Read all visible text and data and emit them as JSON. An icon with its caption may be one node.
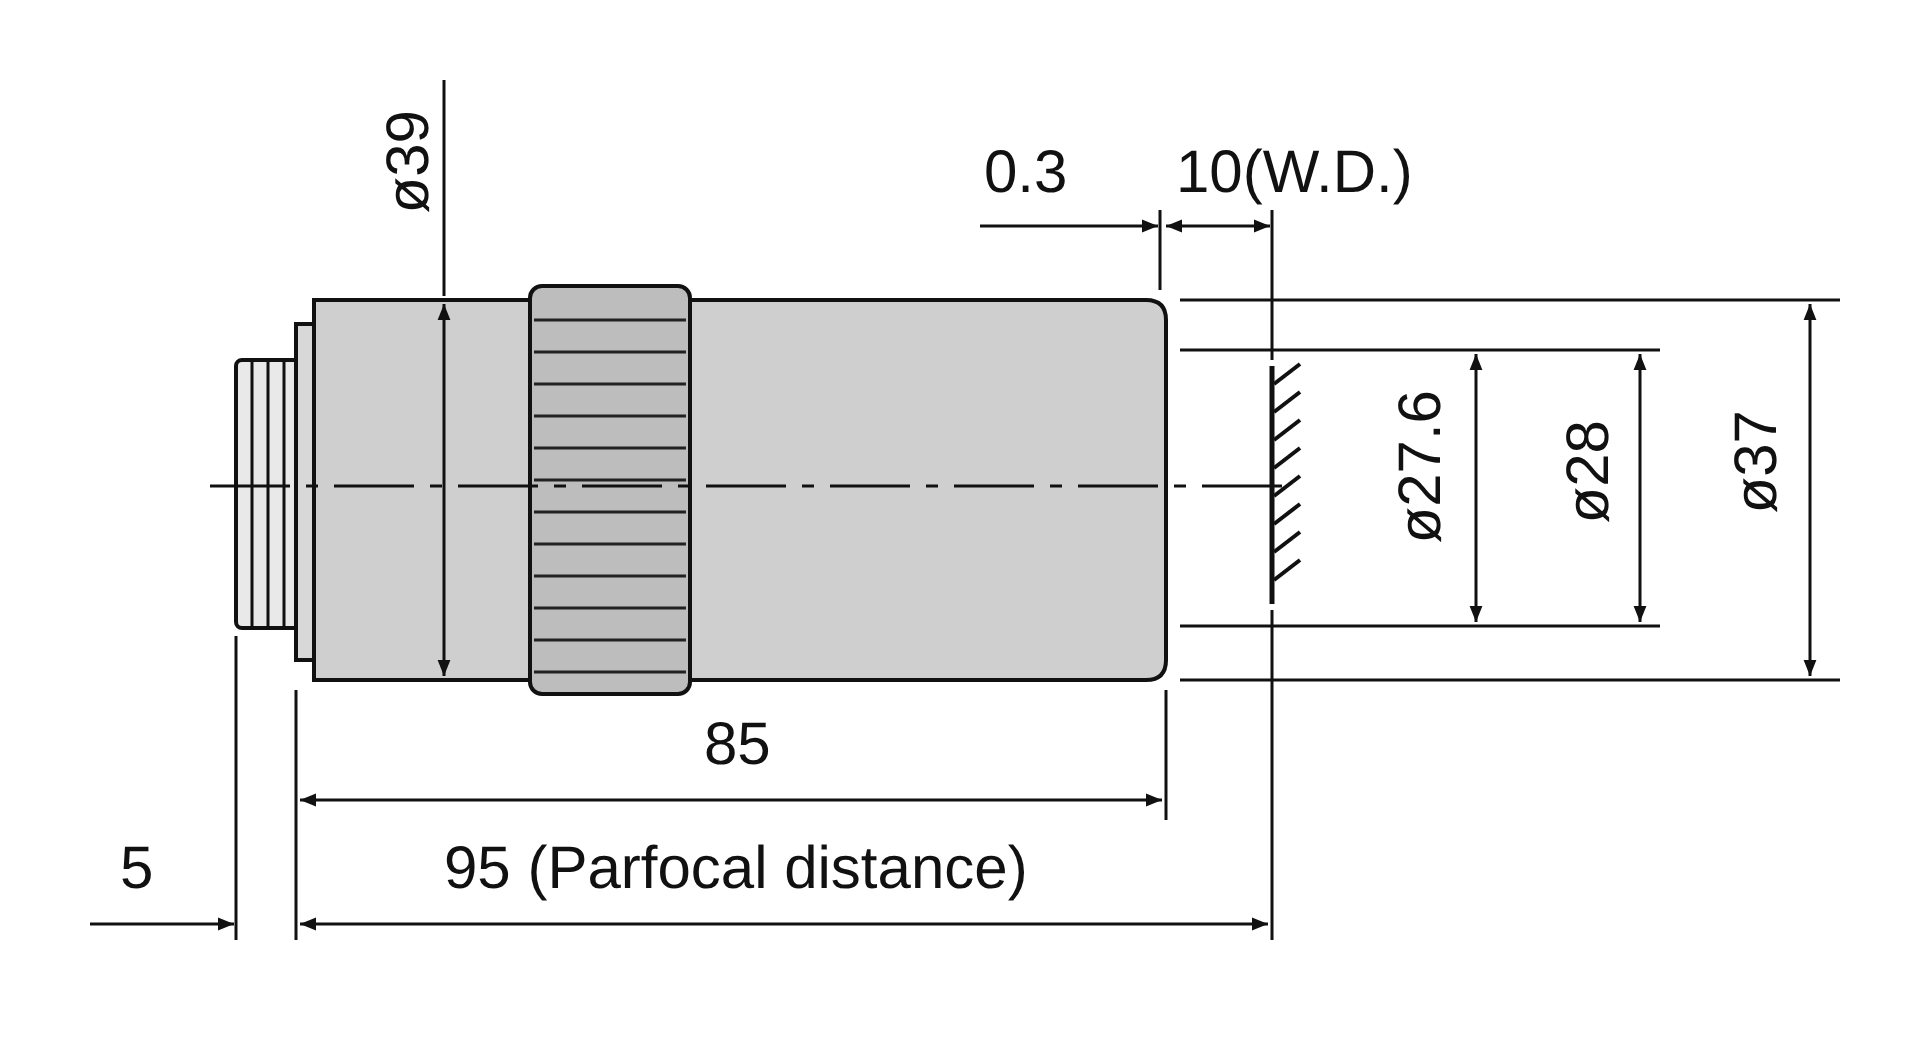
{
  "diagram": {
    "labels": [
      "ø39",
      "0.3",
      "10(W.D.)",
      "ø27.6",
      "ø28",
      "ø37",
      "85",
      "5",
      "95 (Parfocal distance)"
    ]
  }
}
